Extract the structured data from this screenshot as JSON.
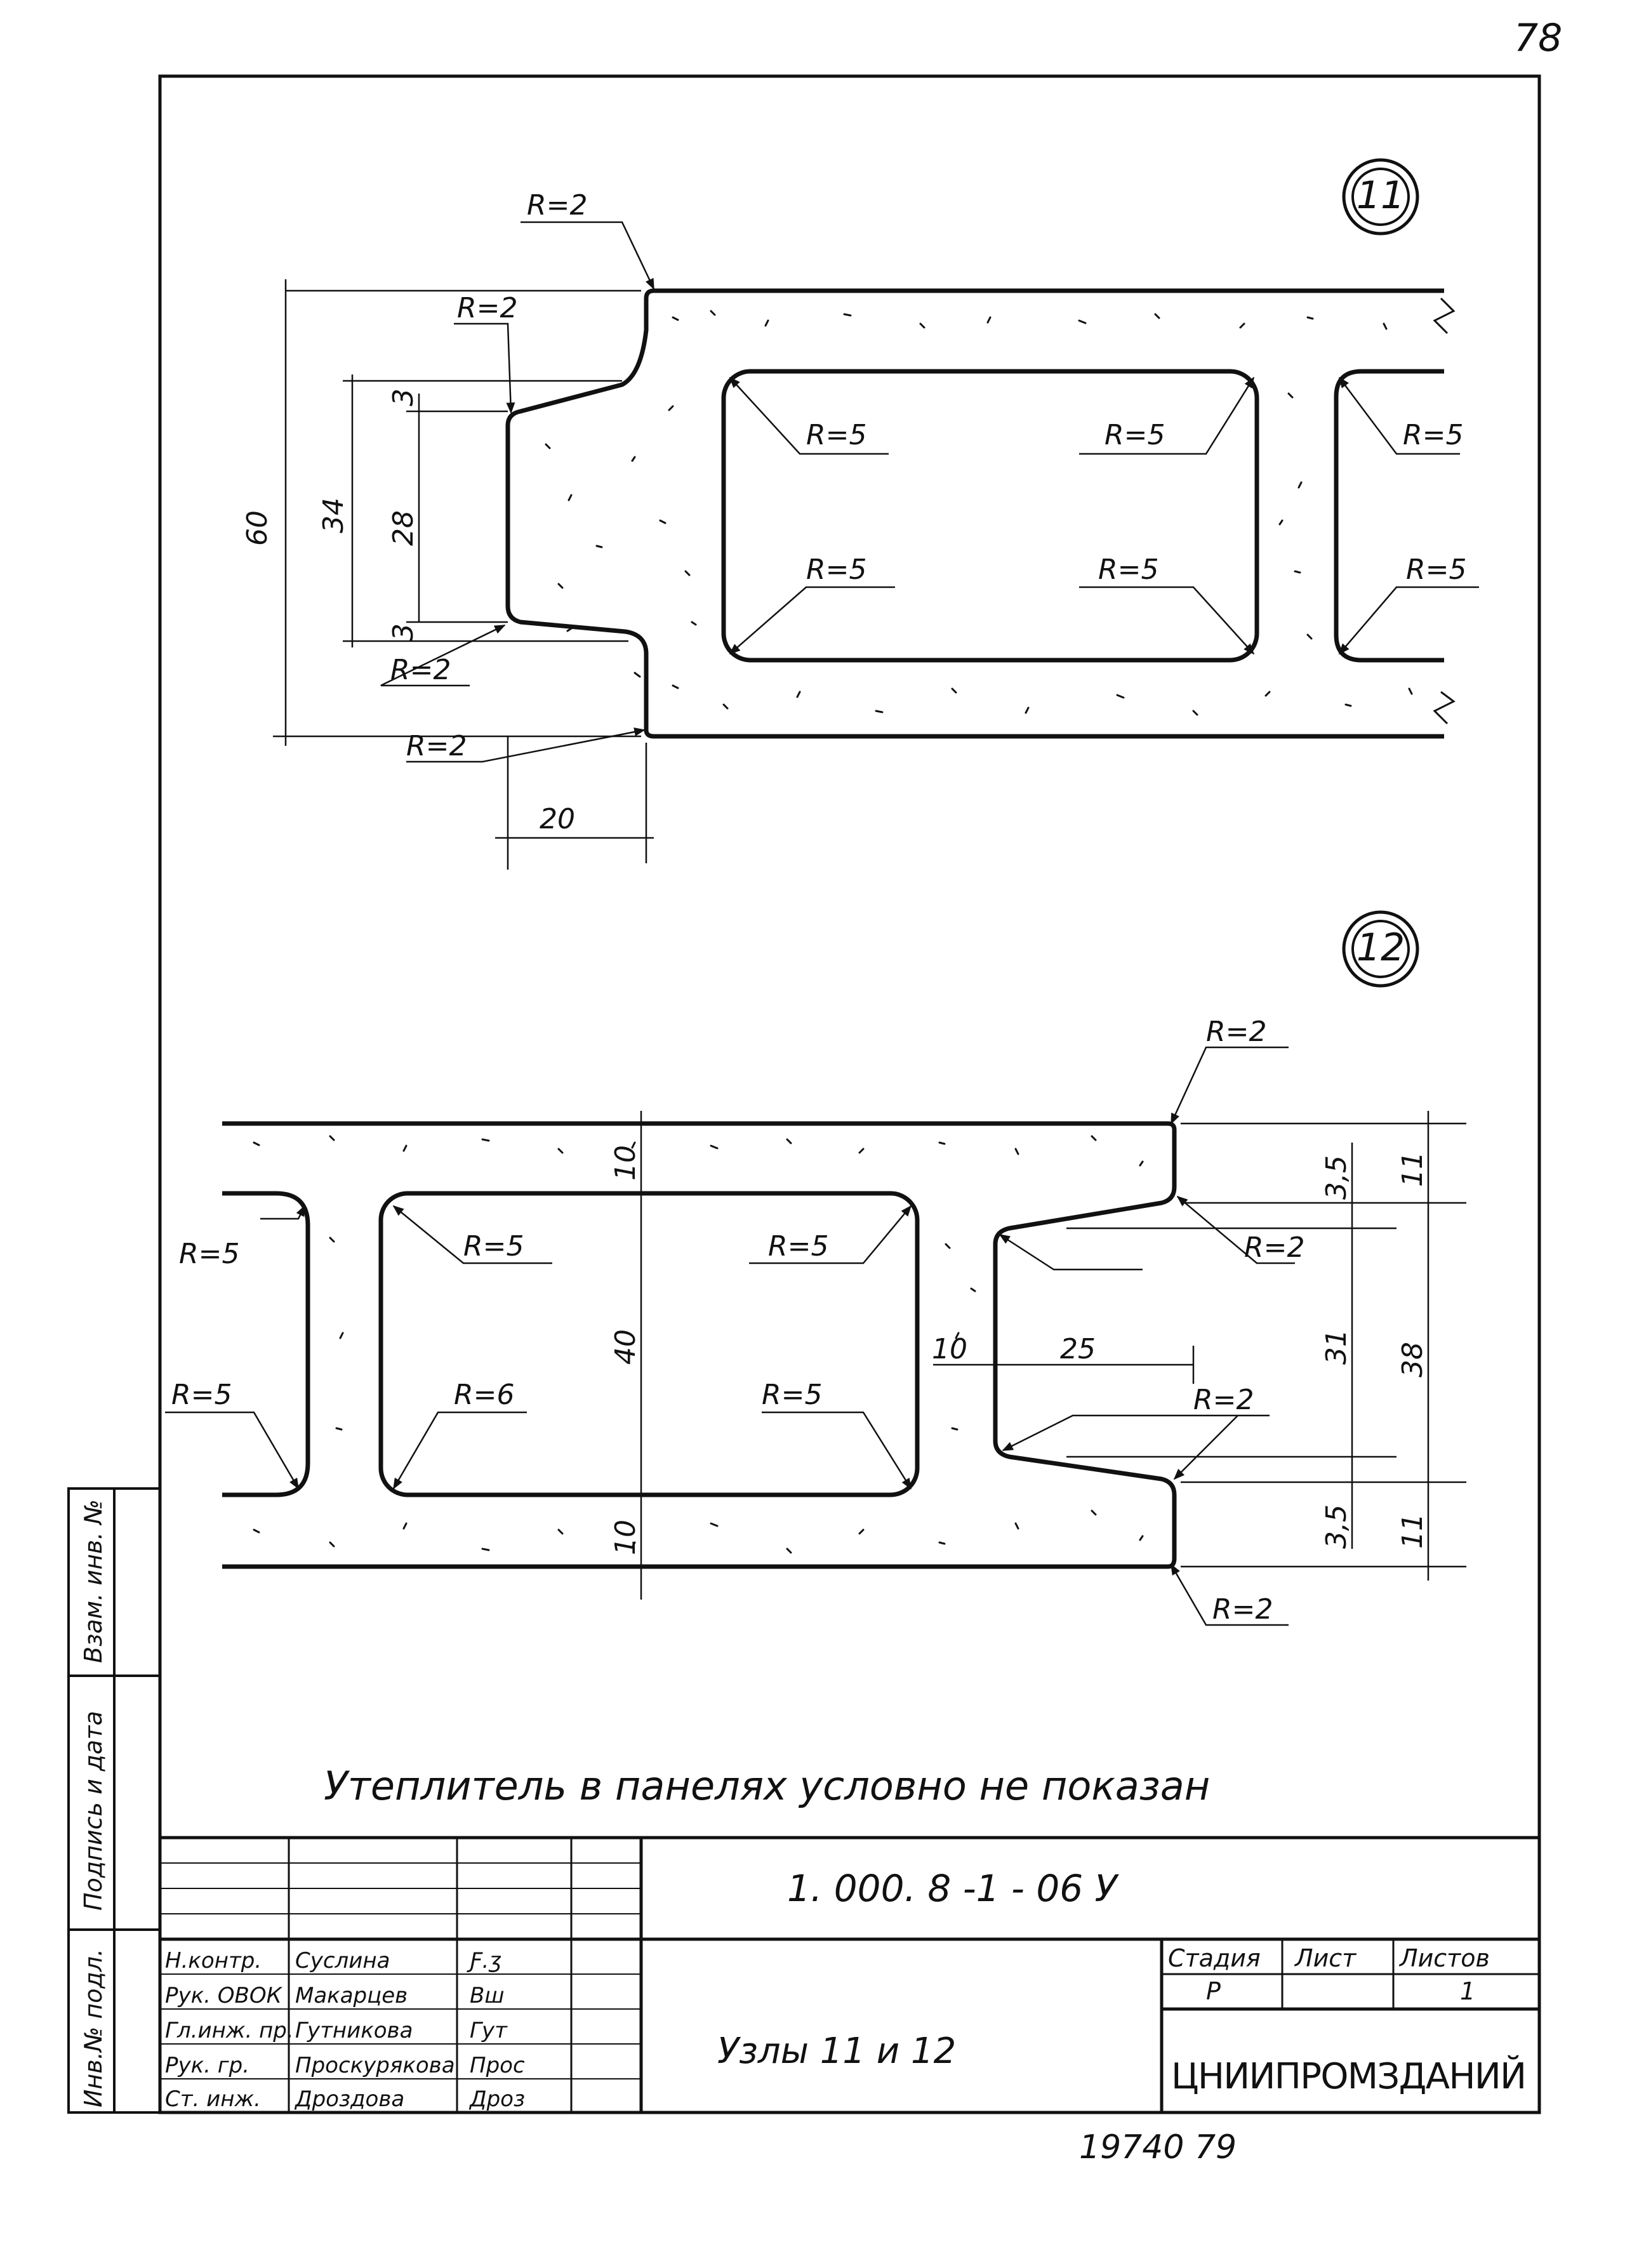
{
  "page_number": "78",
  "nodes": [
    {
      "id": "11",
      "dimensions": {
        "height_total": "60",
        "groove_outer": "34",
        "groove_inner": "28",
        "chamfer_top": "3",
        "chamfer_bottom": "3",
        "tongue_depth": "20"
      },
      "radius_labels": [
        "R=2",
        "R=2",
        "R=2",
        "R=2",
        "R=5",
        "R=5",
        "R=5",
        "R=5",
        "R=5",
        "R=5"
      ]
    },
    {
      "id": "12",
      "dimensions": {
        "wall_top": "10",
        "wall_bottom": "10",
        "void_height": "40",
        "web": "10",
        "slot_depth": "25",
        "chamfer_top": "3,5",
        "chamfer_bottom": "3,5",
        "edge_top": "11",
        "edge_bottom": "11",
        "slot_inner": "31",
        "slot_outer": "38"
      },
      "radius_labels": [
        "R=2",
        "R=2",
        "R=2",
        "R=2",
        "R=5",
        "R=5",
        "R=5",
        "R=6",
        "R=5",
        "R=5"
      ]
    }
  ],
  "note": "Утеплитель в панелях условно не показан",
  "side_stamp": {
    "labels": [
      "Взам. инв. №",
      "Подпись и дата",
      "Инв.№ подл."
    ]
  },
  "title_block": {
    "document_code": "1. 000. 8 -1 - 06 У",
    "title": "Узлы 11 и 12",
    "stage_header": "Стадия",
    "sheet_header": "Лист",
    "sheets_header": "Листов",
    "stage_value": "Р",
    "sheet_value": "",
    "sheets_value": "1",
    "organization": "ЦНИИПРОМЗДАНИЙ",
    "signatures": [
      {
        "role": "Н.контр.",
        "name": "Суслина",
        "signature": "Ƒ.ʒ"
      },
      {
        "role": "Рук. ОВОК",
        "name": "Макарцев",
        "signature": "Вш"
      },
      {
        "role": "Гл.инж. пр.",
        "name": "Гутникова",
        "signature": "Гут"
      },
      {
        "role": "Рук. гр.",
        "name": "Проскурякова",
        "signature": "Прос"
      },
      {
        "role": "Ст. инж.",
        "name": "Дроздова",
        "signature": "Дроз"
      }
    ]
  },
  "archive_number": "19740  79"
}
